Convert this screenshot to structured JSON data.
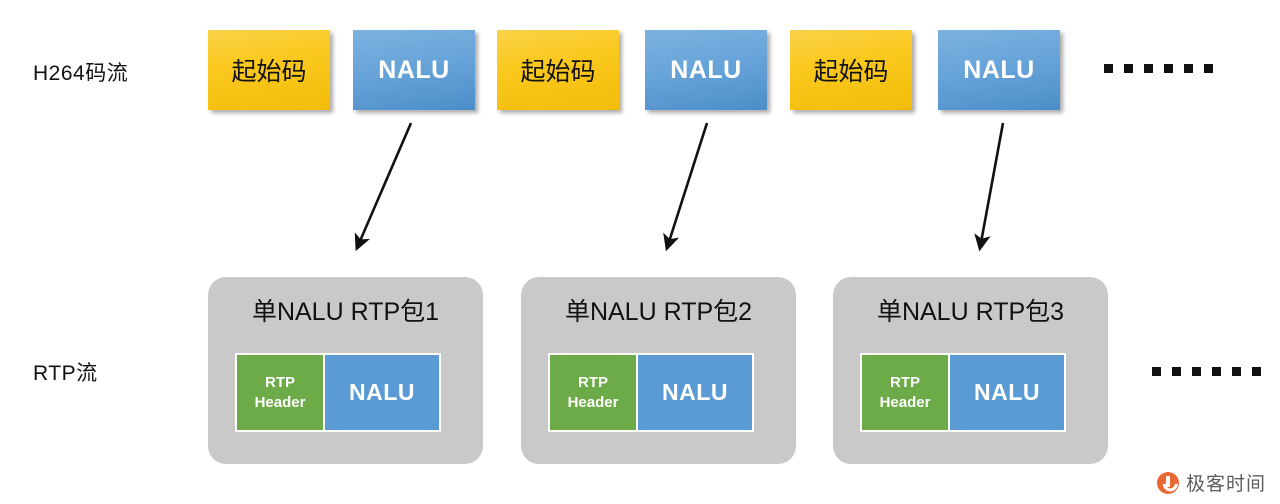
{
  "diagram": {
    "title": "H264 NALU to RTP packetization",
    "colors": {
      "start_code_yellow": "#FAC91F",
      "nalu_blue": "#5B9BD5",
      "rtp_header_green": "#6DAB48",
      "packet_gray": "#C9C9C9",
      "text_black": "#111111",
      "watermark_orange": "#E8622B"
    }
  },
  "rows": {
    "h264_label": "H264码流",
    "rtp_label": "RTP流"
  },
  "stream_boxes": [
    {
      "label": "起始码",
      "kind": "start-code"
    },
    {
      "label": "NALU",
      "kind": "nalu"
    },
    {
      "label": "起始码",
      "kind": "start-code"
    },
    {
      "label": "NALU",
      "kind": "nalu"
    },
    {
      "label": "起始码",
      "kind": "start-code"
    },
    {
      "label": "NALU",
      "kind": "nalu"
    }
  ],
  "packets": [
    {
      "title": "单NALU RTP包1",
      "header_line1": "RTP",
      "header_line2": "Header",
      "payload": "NALU"
    },
    {
      "title": "单NALU RTP包2",
      "header_line1": "RTP",
      "header_line2": "Header",
      "payload": "NALU"
    },
    {
      "title": "单NALU RTP包3",
      "header_line1": "RTP",
      "header_line2": "Header",
      "payload": "NALU"
    }
  ],
  "ellipsis": {
    "top": "……",
    "bottom": "……",
    "dot_count": 6
  },
  "watermark": {
    "text": "极客时间"
  }
}
